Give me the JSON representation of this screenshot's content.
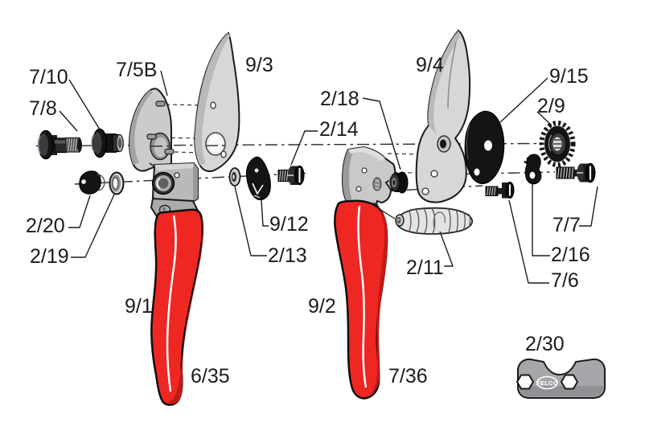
{
  "title": "FELCO pruning shears exploded parts diagram",
  "brand": "FELCO",
  "colors": {
    "background": "#ffffff",
    "line": "#1c1c1c",
    "metal_light": "#d6d6d8",
    "metal_mid": "#b9b9bc",
    "metal_dark": "#9a9a9e",
    "black_part": "#151515",
    "red_handle": "#ee2722",
    "red_shadow": "#c21916",
    "highlight": "#ffffff"
  },
  "labels": [
    {
      "text": "7/10"
    },
    {
      "text": "7/8"
    },
    {
      "text": "7/5B"
    },
    {
      "text": "9/3"
    },
    {
      "text": "2/18"
    },
    {
      "text": "2/14"
    },
    {
      "text": "9/4"
    },
    {
      "text": "9/15"
    },
    {
      "text": "2/9"
    },
    {
      "text": "2/20"
    },
    {
      "text": "2/19"
    },
    {
      "text": "9/12"
    },
    {
      "text": "2/13"
    },
    {
      "text": "9/1"
    },
    {
      "text": "6/35"
    },
    {
      "text": "9/2"
    },
    {
      "text": "2/11"
    },
    {
      "text": "7/36"
    },
    {
      "text": "2/16"
    },
    {
      "text": "7/6"
    },
    {
      "text": "7/7"
    },
    {
      "text": "2/30"
    }
  ]
}
